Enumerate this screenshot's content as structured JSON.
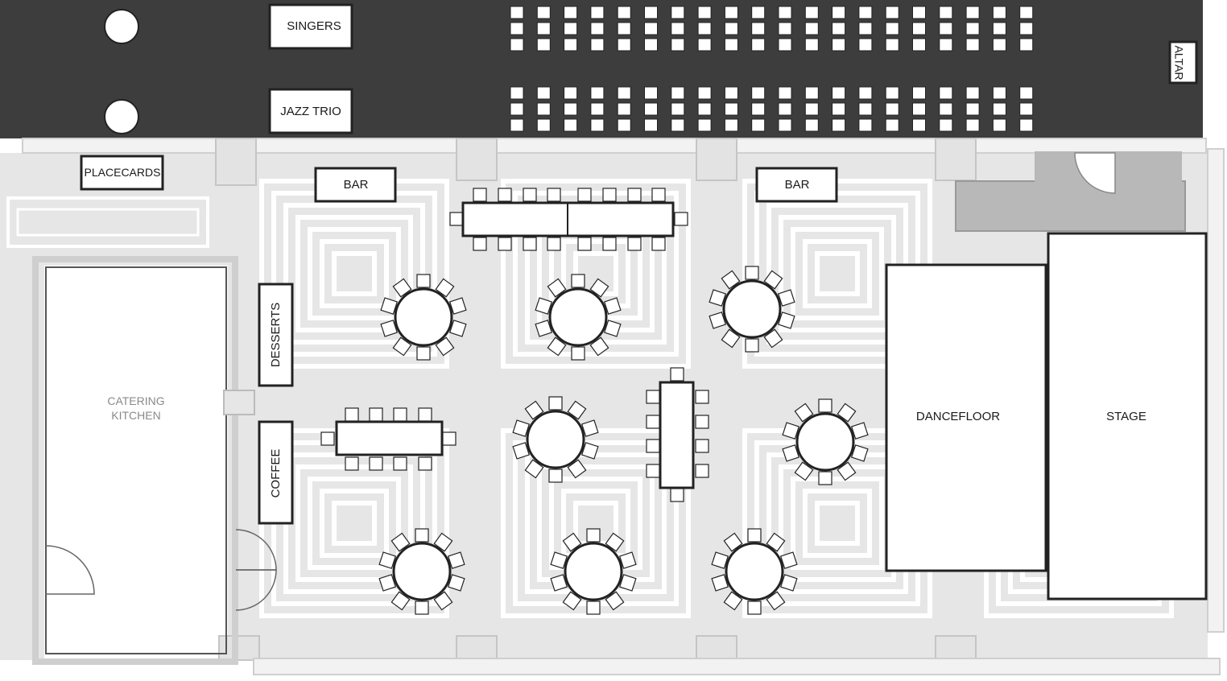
{
  "labels": {
    "singers": "SINGERS",
    "jazz_trio": "JAZZ TRIO",
    "altar": "ALTAR",
    "placecards": "PLACECARDS",
    "bar_left": "BAR",
    "bar_right": "BAR",
    "desserts": "DESSERTS",
    "coffee": "COFFEE",
    "catering_kitchen_line1": "CATERING",
    "catering_kitchen_line2": "KITCHEN",
    "dancefloor": "DANCEFLOOR",
    "stage": "STAGE"
  },
  "colors": {
    "ceremony_area": "#3d3d3d",
    "floor": "#e6e6e6",
    "wall": "#cfcfcf",
    "outline": "#1f1f1f"
  }
}
